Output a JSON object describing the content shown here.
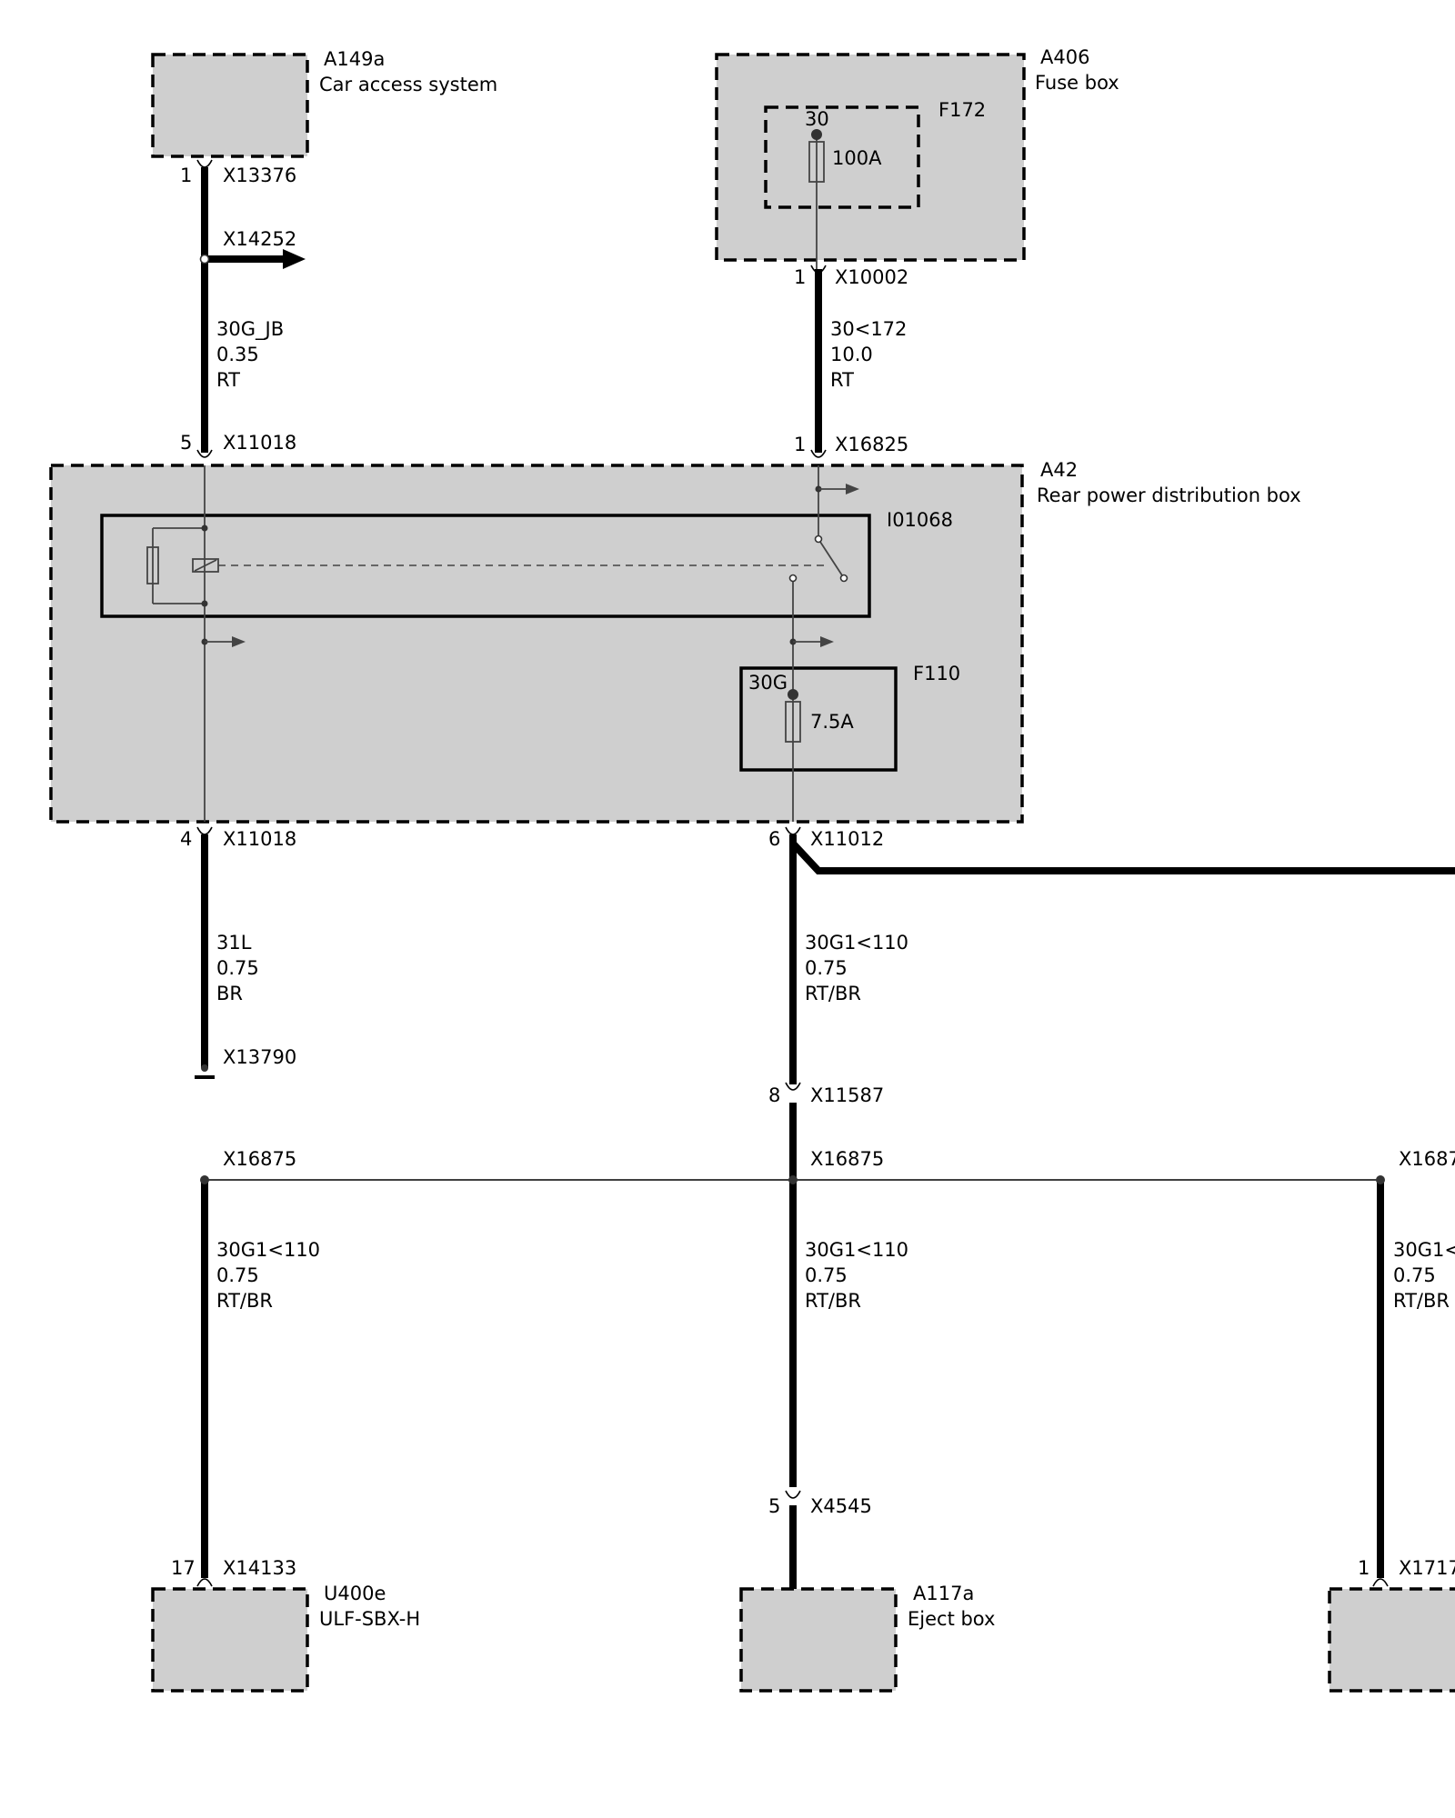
{
  "components": {
    "a149a": {
      "id": "A149a",
      "name": "Car access system"
    },
    "a406": {
      "id": "A406",
      "name": "Fuse box"
    },
    "f172": {
      "id": "F172",
      "terminal": "30",
      "rating": "100A"
    },
    "a42": {
      "id": "A42",
      "name": "Rear power distribution box"
    },
    "i01068": {
      "id": "I01068"
    },
    "f110": {
      "id": "F110",
      "terminal": "30G",
      "rating": "7.5A"
    },
    "u400e": {
      "id": "U400e",
      "name": "ULF-SBX-H"
    },
    "a117a": {
      "id": "A117a",
      "name": "Eject box"
    }
  },
  "connectors": {
    "x13376": {
      "pin": "1",
      "id": "X13376"
    },
    "x14252": {
      "id": "X14252"
    },
    "x10002": {
      "pin": "1",
      "id": "X10002"
    },
    "x11018_top": {
      "pin": "5",
      "id": "X11018"
    },
    "x16825": {
      "pin": "1",
      "id": "X16825"
    },
    "x11018_bottom": {
      "pin": "4",
      "id": "X11018"
    },
    "x11012": {
      "pin": "6",
      "id": "X11012"
    },
    "x13790": {
      "id": "X13790"
    },
    "x11587": {
      "pin": "8",
      "id": "X11587"
    },
    "x16875_left": {
      "id": "X16875"
    },
    "x16875_mid": {
      "id": "X16875"
    },
    "x16875_right": {
      "id": "X1687"
    },
    "x4545": {
      "pin": "5",
      "id": "X4545"
    },
    "x14133": {
      "pin": "17",
      "id": "X14133"
    },
    "x1717": {
      "pin": "1",
      "id": "X1717"
    }
  },
  "wires": {
    "w_30g_jb": {
      "signal": "30G_JB",
      "gauge": "0.35",
      "color": "RT"
    },
    "w_30_172": {
      "signal": "30<172",
      "gauge": "10.0",
      "color": "RT"
    },
    "w_31l": {
      "signal": "31L",
      "gauge": "0.75",
      "color": "BR"
    },
    "w_30g1_a": {
      "signal": "30G1<110",
      "gauge": "0.75",
      "color": "RT/BR"
    },
    "w_30g1_left": {
      "signal": "30G1<110",
      "gauge": "0.75",
      "color": "RT/BR"
    },
    "w_30g1_mid": {
      "signal": "30G1<110",
      "gauge": "0.75",
      "color": "RT/BR"
    },
    "w_30g1_right": {
      "signal": "30G1<",
      "gauge": "0.75",
      "color": "RT/BR"
    }
  }
}
